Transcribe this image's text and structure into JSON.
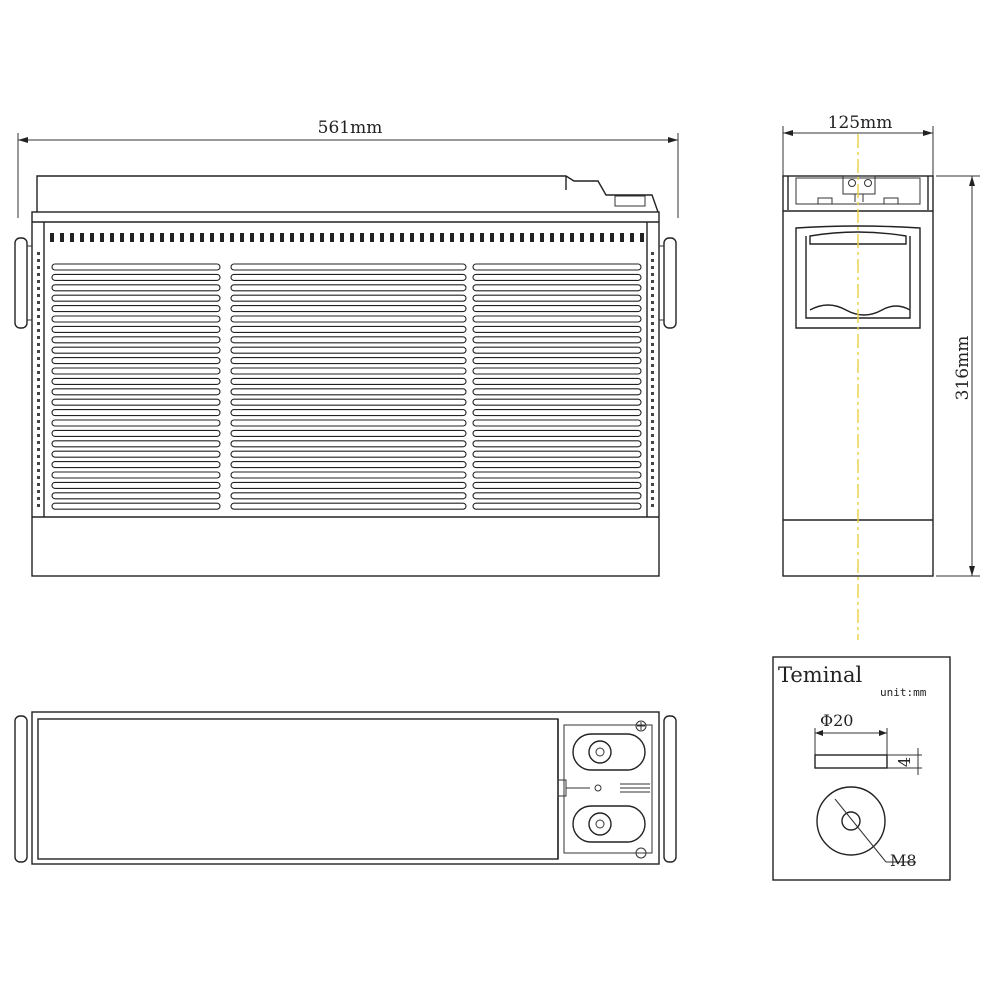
{
  "front_view": {
    "width_label": "561mm"
  },
  "side_view": {
    "width_label": "125mm",
    "height_label": "316mm"
  },
  "terminal_detail": {
    "title": "Teminal",
    "unit_label": "unit:mm",
    "diameter_label": "Φ20",
    "thickness_label": "4",
    "thread_label": "M8"
  },
  "colors": {
    "line": "#222222",
    "centerline": "#e8d040",
    "background": "#ffffff"
  }
}
